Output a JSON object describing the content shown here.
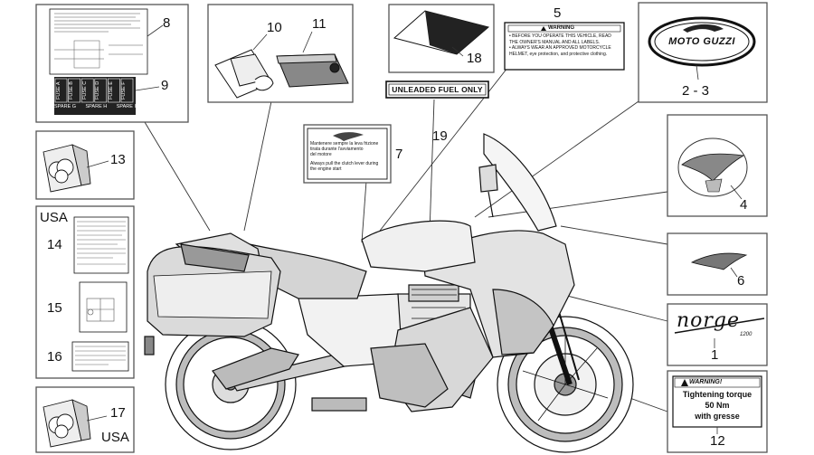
{
  "callouts": {
    "n1": "1",
    "n23": "2 - 3",
    "n4": "4",
    "n5": "5",
    "n6": "6",
    "n7": "7",
    "n8": "8",
    "n9": "9",
    "n10": "10",
    "n11": "11",
    "n12": "12",
    "n13": "13",
    "n14": "14",
    "n15": "15",
    "n16": "16",
    "n17": "17",
    "n18": "18",
    "n19": "19"
  },
  "region_labels": {
    "usa_top": "USA",
    "usa_bottom": "USA"
  },
  "fuses": {
    "items": [
      "FUSE A",
      "FUSE B",
      "FUSE C",
      "FUSE D",
      "FUSE E",
      "FUSE F"
    ],
    "spares": [
      "SPARE G",
      "SPARE H",
      "SPARE I"
    ]
  },
  "warning_label_5": {
    "title": "WARNING",
    "lines": [
      "• BEFORE YOU OPERATE THIS VEHICLE, READ",
      "  THE OWNER'S MANUAL AND ALL LABELS.",
      "• ALWAYS WEAR AN APPROVED MOTORCYCLE",
      "  HELMET, eye protection, and protective clothing."
    ]
  },
  "label_7": {
    "italian": [
      "Mantenere sempre la leva frizione",
      "tirata durante l'avviamento",
      "del motore"
    ],
    "english": [
      "Always pull the clutch lever during",
      "the engine start"
    ]
  },
  "label_12": {
    "title": "WARNING!",
    "lines": [
      "Tightening torque",
      "50 Nm",
      "with gresse"
    ]
  },
  "label_19": {
    "text": "UNLEADED FUEL ONLY"
  },
  "logo_text": {
    "moto_guzzi": "MOTO GUZZI",
    "norge": "norge",
    "model": "1200"
  },
  "colors": {
    "line": "#111111",
    "panel_border": "#555555",
    "fill_light": "#e4e4e4",
    "fill_mid": "#c8c8c8",
    "fill_dark": "#9a9a9a"
  }
}
